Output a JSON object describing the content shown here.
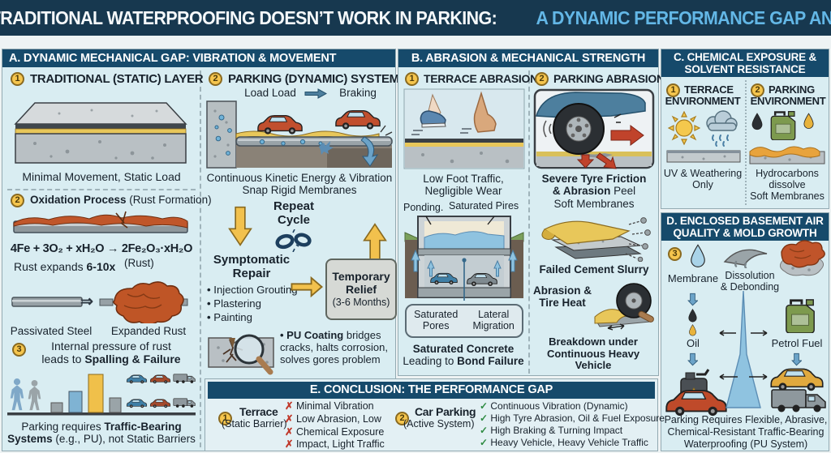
{
  "header": {
    "title_main": "WHY TRADITIONAL WATERPROOFING DOESN’T WORK IN PARKING:",
    "title_accent": "A DYNAMIC PERFORMANCE GAP ANALYSIS"
  },
  "colors": {
    "navy": "#17384f",
    "section_navy": "#164a6b",
    "panel_bg": "#d9edf2",
    "accent_blue": "#63b7e6",
    "badge_yellow": "#f5c54d",
    "arrow_yellow": "#f2c14d",
    "alert_red": "#c0392b",
    "ok_green": "#2e8b42",
    "rust_orange": "#bf5526"
  },
  "a": {
    "header": "A. DYNAMIC MECHANICAL GAP: VIBRATION & MOVEMENT",
    "static_layer": {
      "num": "1",
      "title": "TRADITIONAL (STATIC) LAYER",
      "caption": "Minimal Movement, Static Load"
    },
    "dynamic_system": {
      "num": "2",
      "title": "PARKING (DYNAMIC) SYSTEM",
      "load_label": "Load Load",
      "braking_label": "Braking",
      "caption_line1": "Continuous Kinetic Energy & Vibration",
      "caption_line2": "Snap Rigid Membranes"
    },
    "oxidation": {
      "num": "2",
      "title_bold": "Oxidation Process",
      "title_rest": " (Rust Formation)",
      "formula": "4Fe + 3O₂ + xH₂O → 2Fe₂O₃·xH₂O",
      "formula_note": "(Rust)",
      "expands_pre": "Rust expands ",
      "expands_bold": "6-10x",
      "steel_label": "Passivated Steel",
      "rust_label": "Expanded Rust",
      "arrow_glyph": "⇒"
    },
    "spalling": {
      "num": "3",
      "line1": "Internal pressure of rust",
      "line2_pre": "leads to ",
      "line2_bold": "Spalling & Failure"
    },
    "repeat_cycle": {
      "line1": "Repeat",
      "line2": "Cycle"
    },
    "repair": {
      "title_line1": "Symptomatic",
      "title_line2": "Repair",
      "bullets": [
        "Injection Grouting",
        "Plastering",
        "Painting"
      ]
    },
    "relief": {
      "line1": "Temporary",
      "line2": "Relief",
      "line3": "(3-6 Months)"
    },
    "pu_note": {
      "bold": "PU Coating",
      "rest": " bridges cracks, halts corrosion, solves gores problem"
    },
    "traffic": {
      "pre": "Parking requires ",
      "bold": "Traffic-Bearing Systems",
      "rest": " (e.g., PU), not Static Barriers"
    }
  },
  "b": {
    "header": "B. ABRASION & MECHANICAL STRENGTH",
    "terrace": {
      "num": "1",
      "title": "TERRACE ABRASION",
      "caption_line1": "Low Foot Traffic,",
      "caption_line2": "Negligible Wear",
      "label_ponding": "Ponding.",
      "label_pires": "Saturated Pires",
      "box_left_l1": "Saturated",
      "box_left_l2": "Pores",
      "box_right_l1": "Lateral",
      "box_right_l2": "Migration",
      "caption2_bold": "Saturated Concrete",
      "caption2_pre": "Leading to ",
      "caption2_bold2": "Bond Failure"
    },
    "parking": {
      "num": "2",
      "title": "PARKING ABRASION",
      "caption_bold1": "Severe Tyre Friction",
      "caption_bold2": "& Abrasion",
      "caption_rest": " Peel",
      "caption_line3": "Soft Membranes",
      "failed": "Failed Cement Slurry",
      "abrasion_l1": "Abrasion &",
      "abrasion_l2": "Tire Heat",
      "breakdown_l1": "Breakdown under",
      "breakdown_l2": "Continuous Heavy Vehicle"
    }
  },
  "c": {
    "header_l1": "C. CHEMICAL EXPOSURE &",
    "header_l2": "SOLVENT RESISTANCE",
    "terrace": {
      "num": "1",
      "title_l1": "TERRACE",
      "title_l2": "ENVIRONMENT",
      "caption_l1": "UV & Weathering",
      "caption_l2": "Only"
    },
    "parking": {
      "num": "2",
      "title_l1": "PARKING",
      "title_l2": "ENVIRONMENT",
      "caption_l1": "Hydrocarbons",
      "caption_l2": "dissolve",
      "caption_l3": "Soft Membranes"
    }
  },
  "d": {
    "header_l1": "D. ENCLOSED BASEMENT AIR",
    "header_l2": "QUALITY & MOLD GROWTH",
    "num": "3",
    "label_membrane": "Membrane",
    "label_dissolution_l1": "Dissolution",
    "label_dissolution_l2": "& Debonding",
    "label_oil": "Oil",
    "label_petrol": "Petrol Fuel",
    "caption_l1": "Parking Requires Flexible, Abrasive,",
    "caption_l2": "Chemical-Resistant Traffic-Bearing",
    "caption_l3": "Waterproofing (PU System)"
  },
  "e": {
    "header": "E. CONCLUSION: THE PERFORMANCE GAP",
    "terrace": {
      "num": "1",
      "title": "Terrace",
      "subtitle": "(Static Barrier)",
      "items": [
        "Minimal Vibration",
        "Low Abrasion, Low",
        "Chemical Exposure",
        "Impact, Light Traffic"
      ]
    },
    "parking": {
      "num": "2",
      "title": "Car Parking",
      "subtitle": "(Active System)",
      "items": [
        "Continuous Vibration (Dynamic)",
        "High Tyre Abrasion, Oil & Fuel Exposure",
        "High Braking & Turning Impact",
        "Heavy Vehicle, Heavy Vehicle Traffic"
      ]
    }
  }
}
